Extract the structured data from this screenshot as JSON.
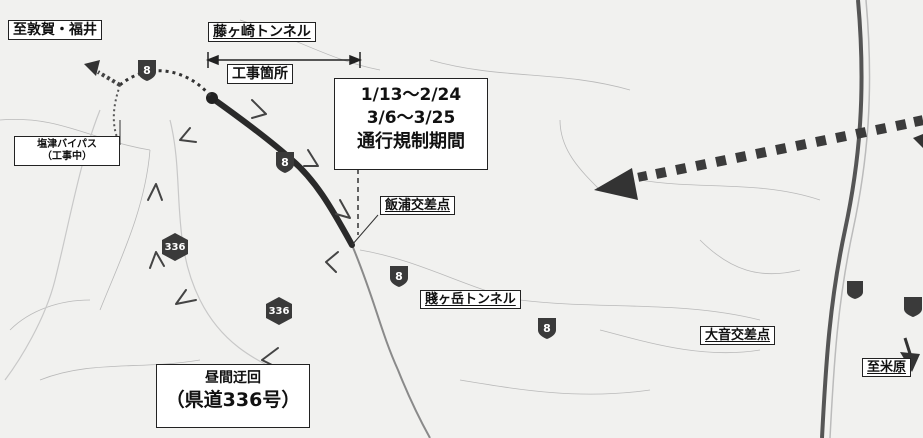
{
  "labels": {
    "to_tsuruga_fukui": "至敦賀・福井",
    "fujigasaki_tunnel": "藤ヶ崎トンネル",
    "construction_site": "工事箇所",
    "period_1": "1/13〜2/24",
    "period_2": "3/6〜3/25",
    "period_title": "通行規制期間",
    "iiura_intersection": "飯浦交差点",
    "shizugatake_tunnel": "賤ヶ岳トンネル",
    "oto_intersection": "大音交差点",
    "to_maibara": "至米原",
    "shiotsu_bypass": "塩津バイパス",
    "under_construction": "（工事中）",
    "daytime_detour": "昼間迂回",
    "prefectural_road": "（県道336号）"
  },
  "shields": {
    "route_8": "8",
    "route_336": "336"
  },
  "colors": {
    "map_background": "#f1f1ef",
    "road_thick": "#444444",
    "closed_section": "#2a2a2a",
    "detour_arrow": "#4a4a4a",
    "shield_fill": "#3a3a3a"
  }
}
